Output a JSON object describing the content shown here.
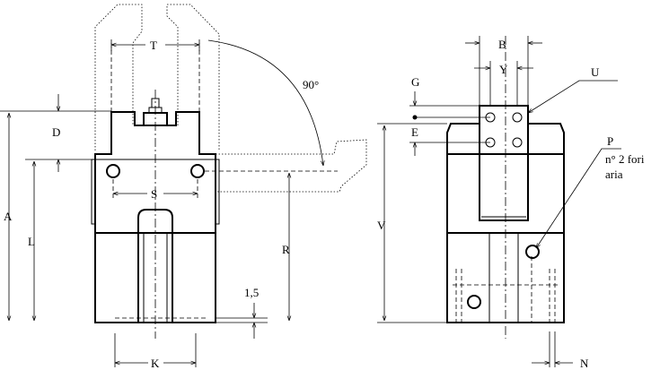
{
  "dimensions": {
    "T": "T",
    "angle": "90°",
    "D": "D",
    "A": "A",
    "L": "L",
    "S": "S",
    "R": "R",
    "K": "K",
    "step": "1,5",
    "B": "B",
    "Y": "Y",
    "U": "U",
    "G": "G",
    "E": "E",
    "V": "V",
    "P": "P",
    "N": "N"
  },
  "notes": {
    "air_line1": "n° 2 fori",
    "air_line2": "aria"
  }
}
